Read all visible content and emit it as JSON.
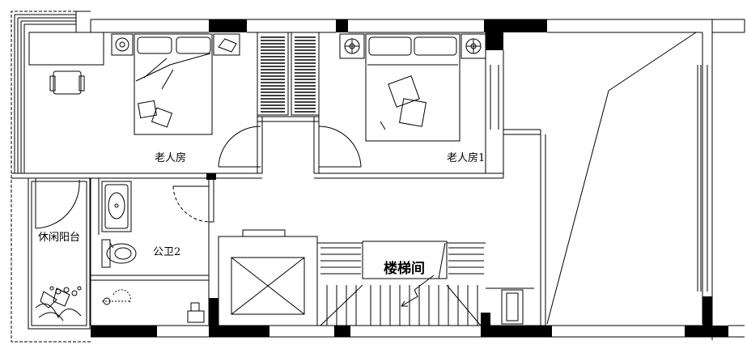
{
  "rooms": {
    "elder_room": "老人房",
    "elder_room_1": "老人房1",
    "leisure_balcony": "休闲阳台",
    "public_bathroom_2": "公卫2",
    "stairwell": "楼梯间"
  },
  "colors": {
    "wall_fill": "#000000",
    "line": "#000000",
    "background": "#ffffff"
  },
  "icons": [
    "wardrobe-louvered-icon",
    "bed-icon",
    "nightstand-lamp-icon",
    "telephone-icon",
    "desk-chair-icon",
    "washbasin-icon",
    "toilet-icon",
    "shower-icon",
    "plant-icon",
    "elevator-shaft-icon",
    "staircase-icon"
  ]
}
